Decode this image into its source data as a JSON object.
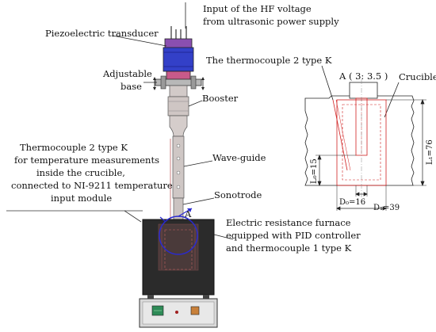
{
  "labels": {
    "hf_input_line1": "Input of the HF voltage",
    "hf_input_line2": "from ultrasonic power supply",
    "piezo": "Piezoelectric transducer",
    "adjustable_line1": "Adjustable",
    "adjustable_line2": "base",
    "booster": "Booster",
    "tc2_line1": "Thermocouple 2 type K",
    "tc2_line2": "for temperature measurements",
    "tc2_line3": "inside the crucible,",
    "tc2_line4": "connected to NI-9211 temperature",
    "tc2_line5": "input module",
    "waveguide": "Wave-guide",
    "sonotrode": "Sonotrode",
    "furnace_line1": "Electric resistance furnace",
    "furnace_line2": "equipped with PID controller",
    "furnace_line3": "and thermocouple 1 type K",
    "detail_marker": "A",
    "tc2_detail": "The thermocouple 2 type K",
    "detail_scale": "A ( 3: 3.5 )",
    "crucible": "Crucible",
    "dim_l0": "L₀=15",
    "dim_l1": "L₁=76",
    "dim_d0": "D₀=16",
    "dim_d1": "D₁=39"
  },
  "colors": {
    "transducer": "#3340c8",
    "transducer_top": "#7a4fb8",
    "horn_metal": "#c9c2bf",
    "furnace": "#2b2b2b",
    "controller_box": "#d9d9d9",
    "display": "#2e8b57",
    "detail_red": "#d02020",
    "circle_blue": "#2a2ad0"
  }
}
